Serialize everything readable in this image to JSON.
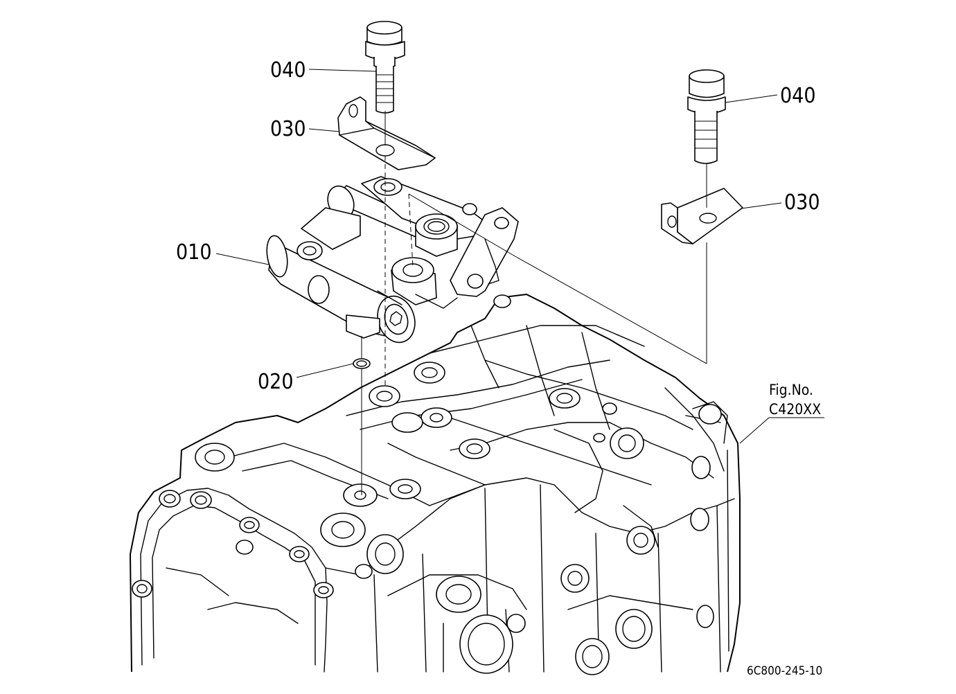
{
  "labels": {
    "bolt_left": "040",
    "bracket_left": "030",
    "bolt_right": "040",
    "bracket_right": "030",
    "valve": "010",
    "oring": "020"
  },
  "figure": {
    "fig_no_line1": "Fig.No.",
    "fig_no_line2": "C420XX",
    "ref_code": "6C800-245-10"
  }
}
